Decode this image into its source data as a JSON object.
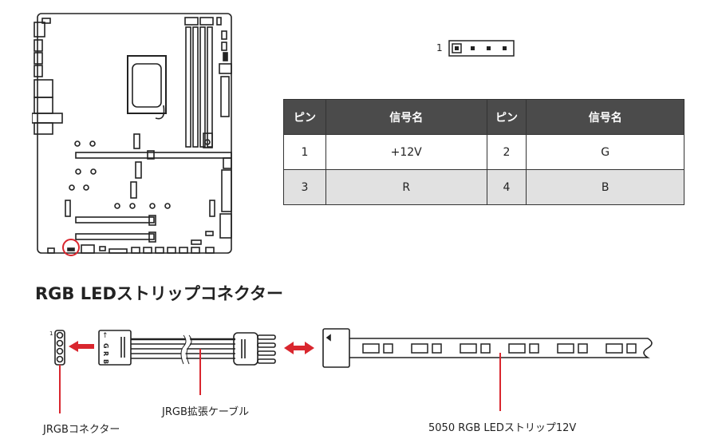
{
  "pin_header": {
    "pin1_label": "1"
  },
  "pin_table": {
    "headers": [
      "ピン",
      "信号名",
      "ピン",
      "信号名"
    ],
    "rows": [
      [
        "1",
        "+12V",
        "2",
        "G"
      ],
      [
        "3",
        "R",
        "4",
        "B"
      ]
    ]
  },
  "section_title": "RGB LEDストリップコネクター",
  "diagram": {
    "connector_pin1": "1",
    "cable_pins": [
      "G",
      "R",
      "B"
    ],
    "labels": {
      "connector": "JRGBコネクター",
      "cable": "JRGB拡張ケーブル",
      "strip": "5050 RGB LEDストリップ12V"
    }
  },
  "colors": {
    "accent_red": "#d9262e",
    "header_bg": "#4b4b4b",
    "row_alt": "#e1e1e1"
  }
}
